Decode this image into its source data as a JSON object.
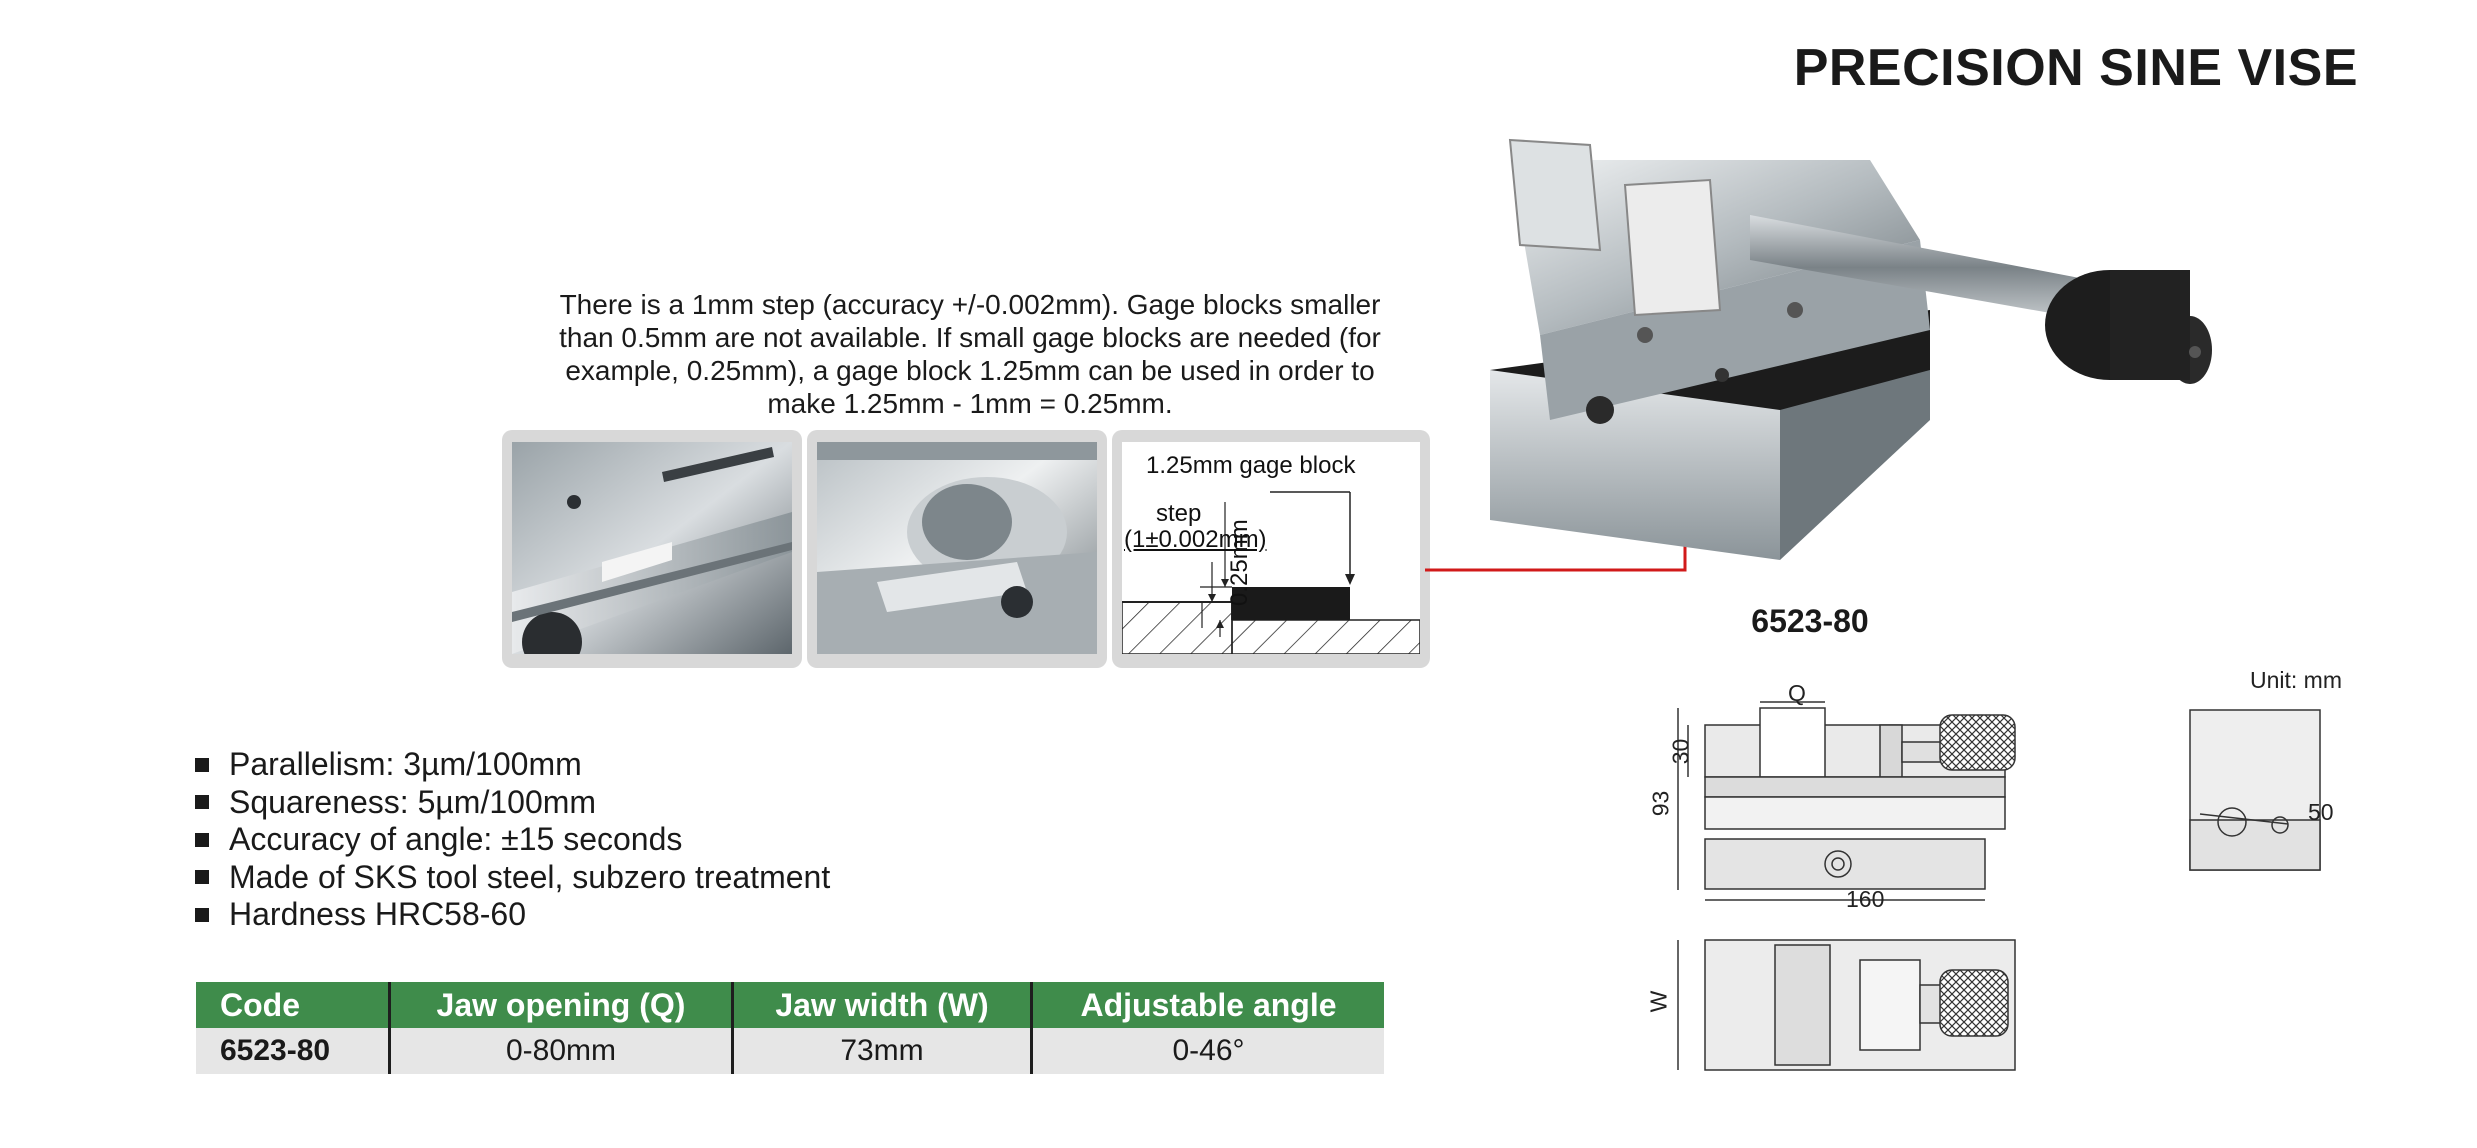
{
  "title": "PRECISION SINE VISE",
  "note": "There is a 1mm step (accuracy +/-0.002mm). Gage blocks smaller than 0.5mm are not available. If small gage blocks are needed (for example, 0.25mm), a gage block 1.25mm can be used in order to make 1.25mm - 1mm = 0.25mm.",
  "diagram": {
    "gage_block_label": "1.25mm gage block",
    "step_label": "step",
    "step_accuracy": "(1±0.002mm)",
    "offset_label": "0.25mm"
  },
  "model_label": "6523-80",
  "unit_label": "Unit: mm",
  "dimensions": {
    "q": "Q",
    "h30": "30",
    "h93": "93",
    "l160": "160",
    "w": "W",
    "d50": "50"
  },
  "features": [
    "Parallelism: 3µm/100mm",
    "Squareness: 5µm/100mm",
    "Accuracy of angle: ±15 seconds",
    "Made of SKS tool steel, subzero treatment",
    "Hardness HRC58-60"
  ],
  "table": {
    "headers": [
      "Code",
      "Jaw opening (Q)",
      "Jaw width (W)",
      "Adjustable angle"
    ],
    "rows": [
      [
        "6523-80",
        "0-80mm",
        "73mm",
        "0-46°"
      ]
    ]
  },
  "colors": {
    "header_green": "#3f8c4b",
    "callout_red": "#d11a1a"
  }
}
